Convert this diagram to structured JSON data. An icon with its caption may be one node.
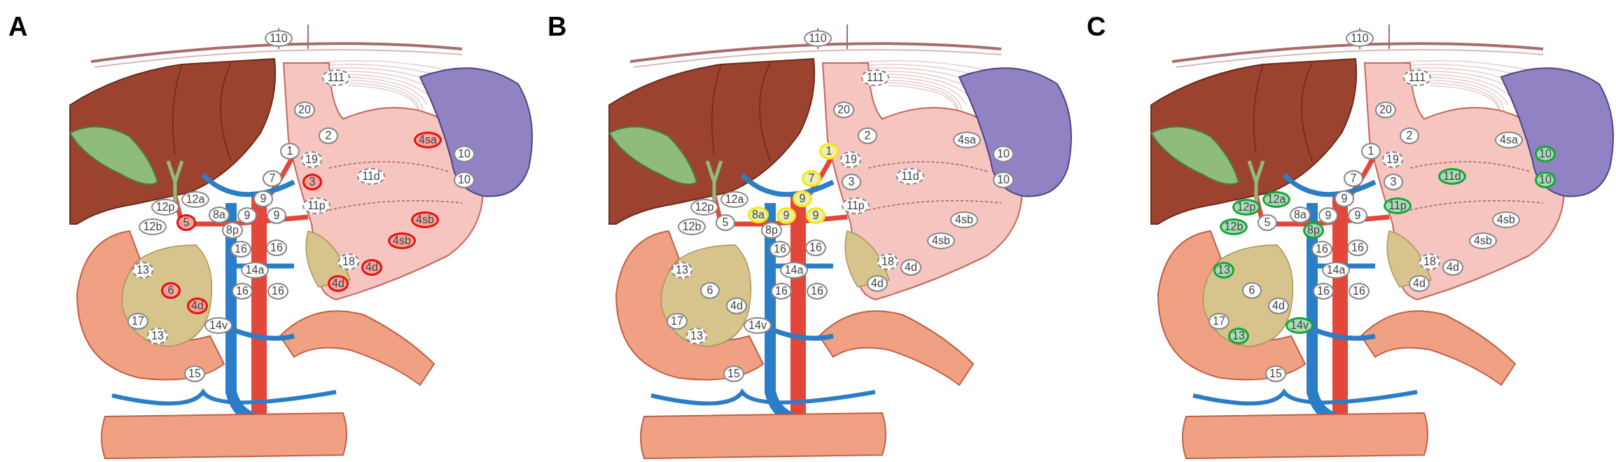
{
  "diagram": {
    "nodes": [
      {
        "text": [
          "110"
        ]
      },
      {
        "text": [
          "111"
        ]
      },
      {
        "text": [
          "20"
        ]
      },
      {
        "text": [
          "2"
        ]
      },
      {
        "text": [
          "4sa"
        ]
      },
      {
        "text": [
          "1"
        ]
      },
      {
        "text": [
          "10"
        ]
      },
      {
        "text": [
          "19"
        ]
      },
      {
        "text": [
          "11d"
        ]
      },
      {
        "text": [
          "7"
        ]
      },
      {
        "text": [
          "10"
        ]
      },
      {
        "text": [
          "3"
        ]
      },
      {
        "text": [
          "9"
        ]
      },
      {
        "text": [
          "12a"
        ]
      },
      {
        "text": [
          "11p"
        ]
      },
      {
        "text": [
          "12p"
        ]
      },
      {
        "text": [
          "8a"
        ]
      },
      {
        "text": [
          "9"
        ]
      },
      {
        "text": [
          "9"
        ]
      },
      {
        "text": [
          "4sb"
        ]
      },
      {
        "text": [
          "5"
        ]
      },
      {
        "text": [
          "12b"
        ]
      },
      {
        "text": [
          "8p"
        ]
      },
      {
        "text": [
          "4sb"
        ]
      },
      {
        "text": [
          "16"
        ]
      },
      {
        "text": [
          "16"
        ]
      },
      {
        "text": [
          "18"
        ]
      },
      {
        "text": [
          "4d"
        ]
      },
      {
        "text": [
          "13"
        ]
      },
      {
        "text": [
          "14a"
        ]
      },
      {
        "text": [
          "4d"
        ]
      },
      {
        "text": [
          "6"
        ]
      },
      {
        "text": [
          "16"
        ]
      },
      {
        "text": [
          "16"
        ]
      },
      {
        "text": [
          "4d"
        ]
      },
      {
        "text": [
          "17"
        ]
      },
      {
        "text": [
          "14v"
        ]
      },
      {
        "text": [
          "13"
        ]
      },
      {
        "text": [
          "15"
        ]
      },
      {
        "text": [
          "110"
        ]
      },
      {
        "text": [
          "111"
        ]
      },
      {
        "text": [
          "20"
        ]
      },
      {
        "text": [
          "2"
        ]
      },
      {
        "text": [
          "4sa"
        ]
      },
      {
        "text": [
          "1"
        ]
      },
      {
        "text": [
          "10"
        ]
      },
      {
        "text": [
          "19"
        ]
      },
      {
        "text": [
          "11d"
        ]
      },
      {
        "text": [
          "7"
        ]
      },
      {
        "text": [
          "10"
        ]
      },
      {
        "text": [
          "3"
        ]
      },
      {
        "text": [
          "9"
        ]
      },
      {
        "text": [
          "12a"
        ]
      },
      {
        "text": [
          "11p"
        ]
      },
      {
        "text": [
          "12p"
        ]
      },
      {
        "text": [
          "8a"
        ]
      },
      {
        "text": [
          "9"
        ]
      },
      {
        "text": [
          "9"
        ]
      },
      {
        "text": [
          "4sb"
        ]
      },
      {
        "text": [
          "5"
        ]
      },
      {
        "text": [
          "12b"
        ]
      },
      {
        "text": [
          "8p"
        ]
      },
      {
        "text": [
          "4sb"
        ]
      },
      {
        "text": [
          "16"
        ]
      },
      {
        "text": [
          "16"
        ]
      },
      {
        "text": [
          "18"
        ]
      },
      {
        "text": [
          "4d"
        ]
      },
      {
        "text": [
          "13"
        ]
      },
      {
        "text": [
          "14a"
        ]
      },
      {
        "text": [
          "4d"
        ]
      },
      {
        "text": [
          "6"
        ]
      },
      {
        "text": [
          "16"
        ]
      },
      {
        "text": [
          "16"
        ]
      },
      {
        "text": [
          "4d"
        ]
      },
      {
        "text": [
          "17"
        ]
      },
      {
        "text": [
          "14v"
        ]
      },
      {
        "text": [
          "13"
        ]
      },
      {
        "text": [
          "15"
        ]
      },
      {
        "text": [
          "110"
        ]
      },
      {
        "text": [
          "111"
        ]
      },
      {
        "text": [
          "20"
        ]
      },
      {
        "text": [
          "2"
        ]
      },
      {
        "text": [
          "4sa"
        ]
      },
      {
        "text": [
          "1"
        ]
      },
      {
        "text": [
          "10"
        ]
      },
      {
        "text": [
          "19"
        ]
      },
      {
        "text": [
          "11d"
        ]
      },
      {
        "text": [
          "7"
        ]
      },
      {
        "text": [
          "10"
        ]
      },
      {
        "text": [
          "3"
        ]
      },
      {
        "text": [
          "9"
        ]
      },
      {
        "text": [
          "12a"
        ]
      },
      {
        "text": [
          "11p"
        ]
      },
      {
        "text": [
          "12p"
        ]
      },
      {
        "text": [
          "8a"
        ]
      },
      {
        "text": [
          "9"
        ]
      },
      {
        "text": [
          "9"
        ]
      },
      {
        "text": [
          "4sb"
        ]
      },
      {
        "text": [
          "5"
        ]
      },
      {
        "text": [
          "12b"
        ]
      },
      {
        "text": [
          "8p"
        ]
      },
      {
        "text": [
          "4sb"
        ]
      },
      {
        "text": [
          "16"
        ]
      },
      {
        "text": [
          "16"
        ]
      },
      {
        "text": [
          "18"
        ]
      },
      {
        "text": [
          "4d"
        ]
      },
      {
        "text": [
          "13"
        ]
      },
      {
        "text": [
          "14a"
        ]
      },
      {
        "text": [
          "4d"
        ]
      },
      {
        "text": [
          "6"
        ]
      },
      {
        "text": [
          "16"
        ]
      },
      {
        "text": [
          "16"
        ]
      },
      {
        "text": [
          "4d"
        ]
      },
      {
        "text": [
          "17"
        ]
      },
      {
        "text": [
          "14v"
        ]
      },
      {
        "text": [
          "13"
        ]
      },
      {
        "text": [
          "15"
        ]
      }
    ],
    "labels": [
      "A",
      "B",
      "C"
    ]
  }
}
